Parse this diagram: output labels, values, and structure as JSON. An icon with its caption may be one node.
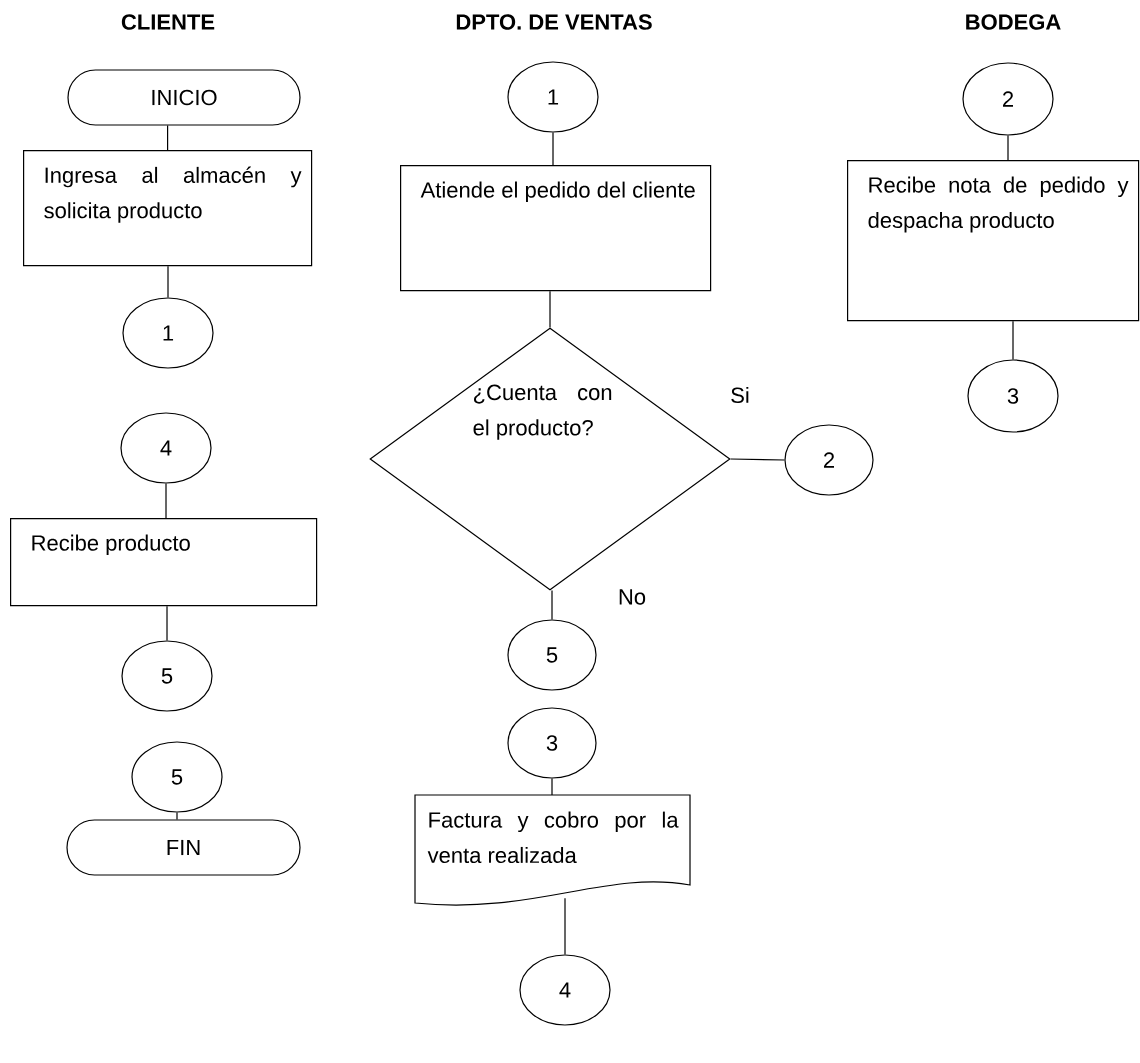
{
  "diagram": {
    "nodes": [
      {
        "text": [
          "INICIO"
        ]
      },
      {
        "text": [
          "Ingresa al almacén y solicita producto"
        ]
      },
      {
        "text": [
          "1"
        ]
      },
      {
        "text": [
          "4"
        ]
      },
      {
        "text": [
          "Recibe producto"
        ]
      },
      {
        "text": [
          "5"
        ]
      },
      {
        "text": [
          "5"
        ]
      },
      {
        "text": [
          "FIN"
        ]
      },
      {
        "text": [
          "1"
        ]
      },
      {
        "text": [
          "Atiende el pedido del cliente"
        ]
      },
      {
        "text": [
          "¿Cuenta con el producto?"
        ]
      },
      {
        "text": [
          "2"
        ]
      },
      {
        "text": [
          "5"
        ]
      },
      {
        "text": [
          "3"
        ]
      },
      {
        "text": [
          "Factura y cobro por la venta realizada"
        ]
      },
      {
        "text": [
          "4"
        ]
      },
      {
        "text": [
          "2"
        ]
      },
      {
        "text": [
          "Recibe nota de pedido y despacha producto"
        ]
      },
      {
        "text": [
          "3"
        ]
      }
    ],
    "edges": [
      {
        "from": 0,
        "to": 1,
        "arrow": "none"
      },
      {
        "from": 1,
        "to": 2,
        "arrow": "none"
      },
      {
        "from": 3,
        "to": 4,
        "arrow": "none"
      },
      {
        "from": 4,
        "to": 5,
        "arrow": "none"
      },
      {
        "from": 6,
        "to": 7,
        "arrow": "none"
      },
      {
        "from": 8,
        "to": 9,
        "arrow": "none"
      },
      {
        "from": 9,
        "to": 10,
        "arrow": "none"
      },
      {
        "from": 10,
        "to": 11,
        "arrow": "none",
        "label": "Si"
      },
      {
        "from": 10,
        "to": 12,
        "arrow": "none",
        "label": "No"
      },
      {
        "from": 13,
        "to": 14,
        "arrow": "none"
      },
      {
        "from": 14,
        "to": 15,
        "arrow": "none"
      },
      {
        "from": 16,
        "to": 17,
        "arrow": "none"
      },
      {
        "from": 17,
        "to": 18,
        "arrow": "none"
      }
    ],
    "labels": [
      "CLIENTE",
      "DPTO. DE VENTAS",
      "BODEGA"
    ]
  }
}
